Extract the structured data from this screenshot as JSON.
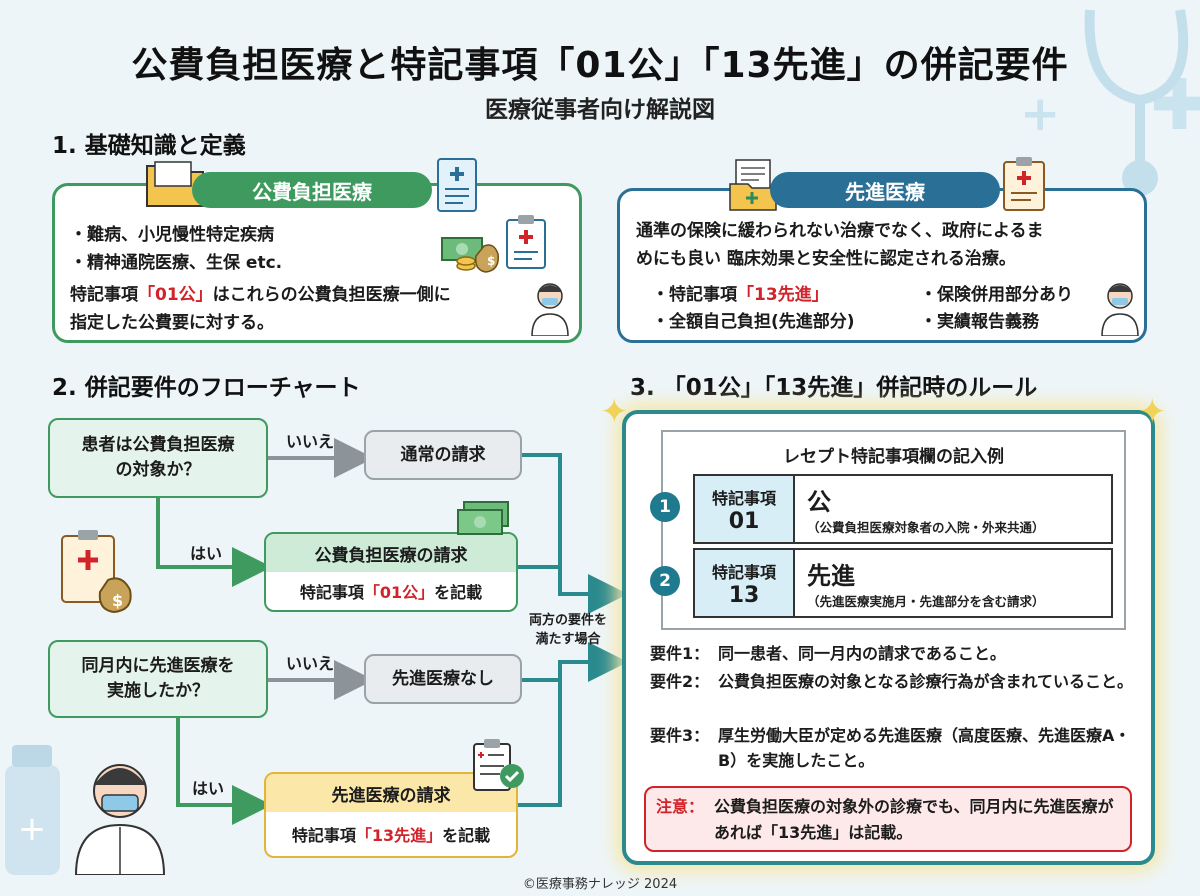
{
  "title": "公費負担医療と特記事項「01公」「13先進」の併記要件",
  "subtitle": "医療従事者向け解説図",
  "section1": {
    "heading": "1. 基礎知識と定義",
    "public": {
      "label": "公費負担医療",
      "item1": "・難病、小児慢性特定疾病",
      "item2": "・精神通院医療、生保 etc.",
      "desc_pre": "特記事項",
      "desc_code": "「01公」",
      "desc_post": "はこれらの公費負担医療一側に",
      "desc_line2": "指定した公費要に対する。"
    },
    "advanced": {
      "label": "先進医療",
      "desc_line1": "通準の保険に緩わられない治療でなく、政府によるま",
      "desc_line2": "めにも良い 臨床効果と安全性に認定される治療。",
      "b1_pre": "・特記事項",
      "b1_code": "「13先進」",
      "b2": "・全額自己負担(先進部分)",
      "b3": "・保険併用部分あり",
      "b4": "・実績報告義務"
    }
  },
  "section2": {
    "heading": "2. 併記要件のフローチャート",
    "q1_line1": "患者は公費負担医療",
    "q1_line2": "の対象か？",
    "no_label_1": "いいえ",
    "normal_claim": "通常の請求",
    "yes_label_1": "はい",
    "public_claim_title": "公費負担医療の請求",
    "public_claim_pre": "特記事項",
    "public_claim_code": "「01公」",
    "public_claim_post": "を記載",
    "both_line1": "両方の要件を",
    "both_line2": "満たす場合",
    "q2_line1": "同月内に先進医療を",
    "q2_line2": "実施したか？",
    "no_label_2": "いいえ",
    "no_advanced": "先進医療なし",
    "yes_label_2": "はい",
    "adv_claim_title": "先進医療の請求",
    "adv_claim_pre": "特記事項",
    "adv_claim_code": "「13先進」",
    "adv_claim_post": "を記載"
  },
  "section3": {
    "heading": "3. 「01公」「13先進」併記時のルール",
    "receipt_title": "レセプト特記事項欄の記入例",
    "row1": {
      "num": "1",
      "code_label": "特記事項",
      "code": "01",
      "value": "公",
      "note": "（公費負担医療対象者の入院・外来共通）"
    },
    "row2": {
      "num": "2",
      "code_label": "特記事項",
      "code": "13",
      "value": "先進",
      "note": "（先進医療実施月・先進部分を含む請求）"
    },
    "req1_label": "要件1：",
    "req1_text": "同一患者、同一月内の請求であること。",
    "req2_label": "要件2：",
    "req2_text": "公費負担医療の対象となる診療行為が含まれていること。",
    "req3_label": "要件3：",
    "req3_text": "厚生労働大臣が定める先進医療（高度医療、先進医療A・B）を実施したこと。",
    "note_label": "注意：",
    "note_text": "公費負担医療の対象外の診療でも、同月内に先進医療があれば「13先進」は記載。"
  },
  "copyright": "©医療事務ナレッジ 2024"
}
